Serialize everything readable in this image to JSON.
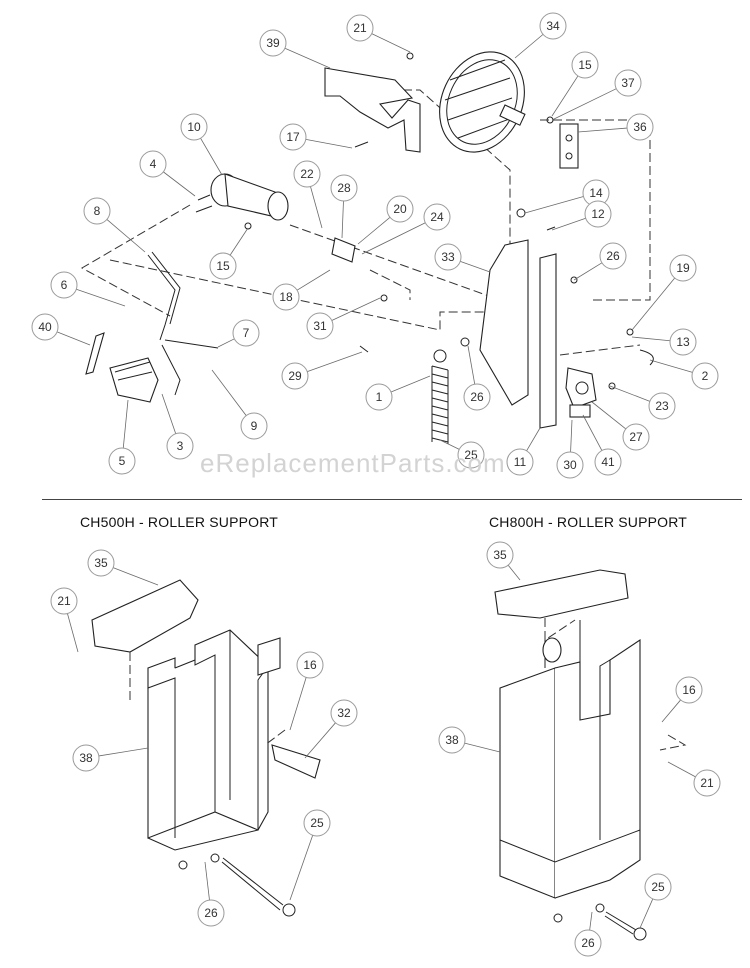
{
  "sections": {
    "left_title": "CH500H - ROLLER SUPPORT",
    "right_title": "CH800H - ROLLER SUPPORT"
  },
  "watermark": "eReplacementParts.com",
  "callouts_top": [
    {
      "label": "39"
    },
    {
      "label": "21"
    },
    {
      "label": "34"
    },
    {
      "label": "15"
    },
    {
      "label": "37"
    },
    {
      "label": "36"
    },
    {
      "label": "10"
    },
    {
      "label": "17"
    },
    {
      "label": "4"
    },
    {
      "label": "22"
    },
    {
      "label": "28"
    },
    {
      "label": "20"
    },
    {
      "label": "14"
    },
    {
      "label": "12"
    },
    {
      "label": "8"
    },
    {
      "label": "15"
    },
    {
      "label": "24"
    },
    {
      "label": "33"
    },
    {
      "label": "26"
    },
    {
      "label": "19"
    },
    {
      "label": "6"
    },
    {
      "label": "18"
    },
    {
      "label": "31"
    },
    {
      "label": "7"
    },
    {
      "label": "13"
    },
    {
      "label": "40"
    },
    {
      "label": "2"
    },
    {
      "label": "29"
    },
    {
      "label": "1"
    },
    {
      "label": "26"
    },
    {
      "label": "23"
    },
    {
      "label": "9"
    },
    {
      "label": "27"
    },
    {
      "label": "3"
    },
    {
      "label": "5"
    },
    {
      "label": "25"
    },
    {
      "label": "11"
    },
    {
      "label": "30"
    },
    {
      "label": "41"
    }
  ],
  "callouts_left": [
    {
      "label": "35"
    },
    {
      "label": "21"
    },
    {
      "label": "16"
    },
    {
      "label": "32"
    },
    {
      "label": "38"
    },
    {
      "label": "25"
    },
    {
      "label": "26"
    }
  ],
  "callouts_right": [
    {
      "label": "35"
    },
    {
      "label": "16"
    },
    {
      "label": "38"
    },
    {
      "label": "21"
    },
    {
      "label": "25"
    },
    {
      "label": "26"
    }
  ]
}
